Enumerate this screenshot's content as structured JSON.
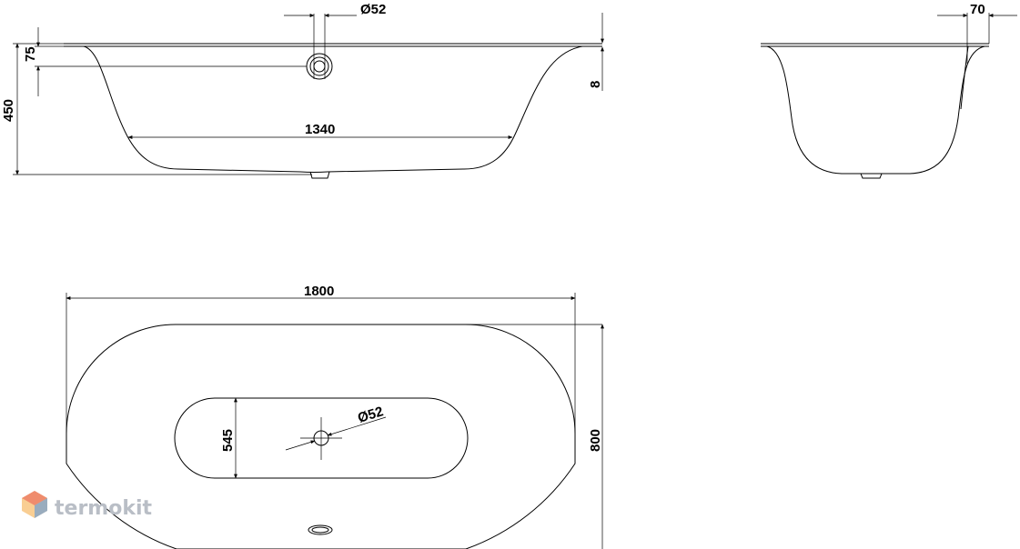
{
  "dimensions": {
    "top_drain_diameter": "Ø52",
    "side_rim_width": "70",
    "rim_to_overflow": "75",
    "total_height": "450",
    "inner_bottom_length": "1340",
    "rim_thickness": "8",
    "overall_length": "1800",
    "overall_width": "800",
    "inner_bottom_width": "545",
    "plan_drain_diameter": "Ø52"
  },
  "watermark": {
    "text": "termokit",
    "colors": [
      "#e8554e",
      "#f4a63a",
      "#4a90e2"
    ]
  }
}
